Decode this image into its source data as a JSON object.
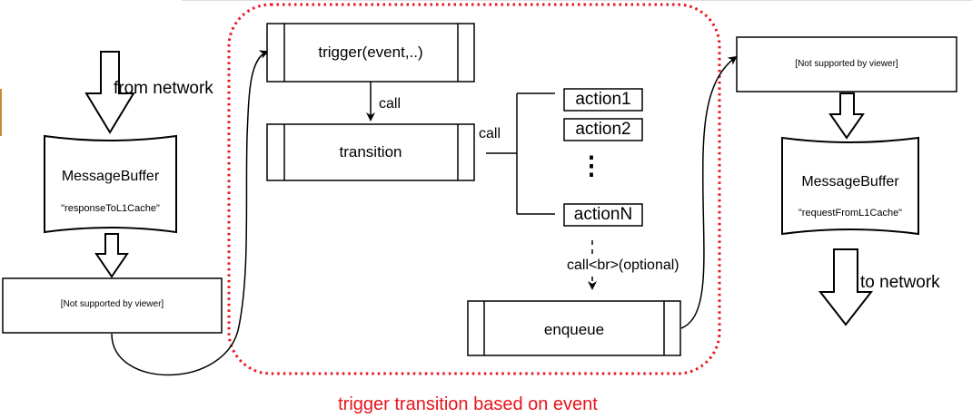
{
  "diagram": {
    "from_network": "from network",
    "to_network": "to network",
    "left_buffer": {
      "title": "MessageBuffer",
      "name": "\"responseToL1Cache\""
    },
    "right_buffer": {
      "title": "MessageBuffer",
      "name": "\"requestFromL1Cache\""
    },
    "left_placeholder": "[Not supported by viewer]",
    "right_placeholder": "[Not supported by viewer]",
    "trigger_box": "trigger(event,..)",
    "transition_box": "transition",
    "enqueue_box": "enqueue",
    "call_label_1": "call",
    "call_label_2": "call",
    "call_optional_label": "call<br>(optional)",
    "actions": [
      "action1",
      "action2",
      "actionN"
    ],
    "ellipsis": "⋮",
    "region_caption": "trigger transition based on event",
    "colors": {
      "region_border": "#e8141c",
      "caption": "#e8141c",
      "stroke": "#000000"
    }
  }
}
